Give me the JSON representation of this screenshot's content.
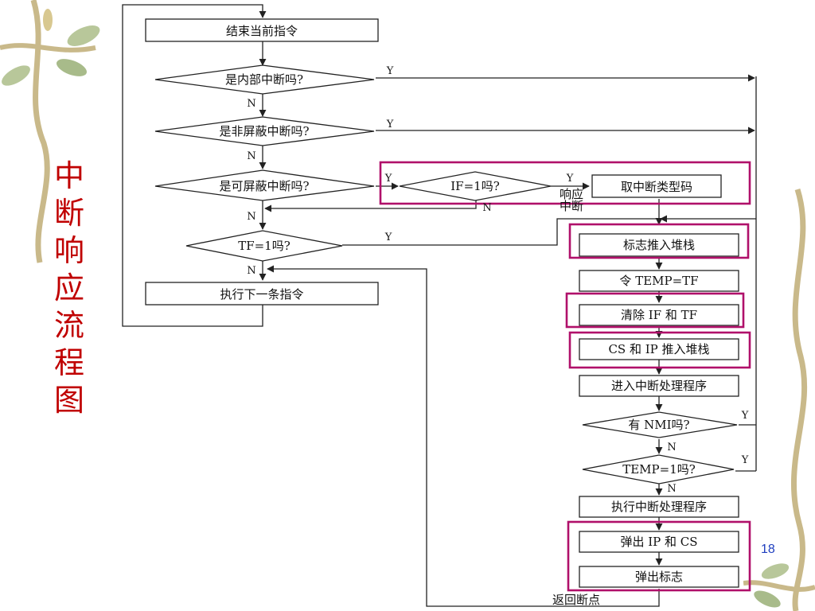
{
  "slide": {
    "title_chars": [
      "中",
      "断",
      "响",
      "应",
      "流",
      "程",
      "图"
    ],
    "page_number": "18"
  },
  "flow": {
    "end_current": "结束当前指令",
    "internal_q": "是内部中断吗?",
    "nmi_q": "是非屏蔽中断吗?",
    "maskable_q": "是可屏蔽中断吗?",
    "if_q": "IF=1吗?",
    "tf_q": "TF=1吗?",
    "next_instr": "执行下一条指令",
    "get_type": "取中断类型码",
    "respond_line1": "响应",
    "respond_line2": "中断",
    "push_flags": "标志推入堆栈",
    "temp_tf": "令 TEMP=TF",
    "clear_if_tf": "清除 IF 和 TF",
    "push_cs_ip": "CS 和 IP 推入堆栈",
    "enter_isr": "进入中断处理程序",
    "nmi_pending_q": "有 NMI吗?",
    "temp_q": "TEMP=1吗?",
    "run_isr": "执行中断处理程序",
    "pop_ip_cs": "弹出 IP 和 CS",
    "pop_flags": "弹出标志",
    "return": "返回断点",
    "yes": "Y",
    "no": "N"
  },
  "colors": {
    "highlight": "#b0106a",
    "title": "#c00000",
    "line": "#222222"
  }
}
